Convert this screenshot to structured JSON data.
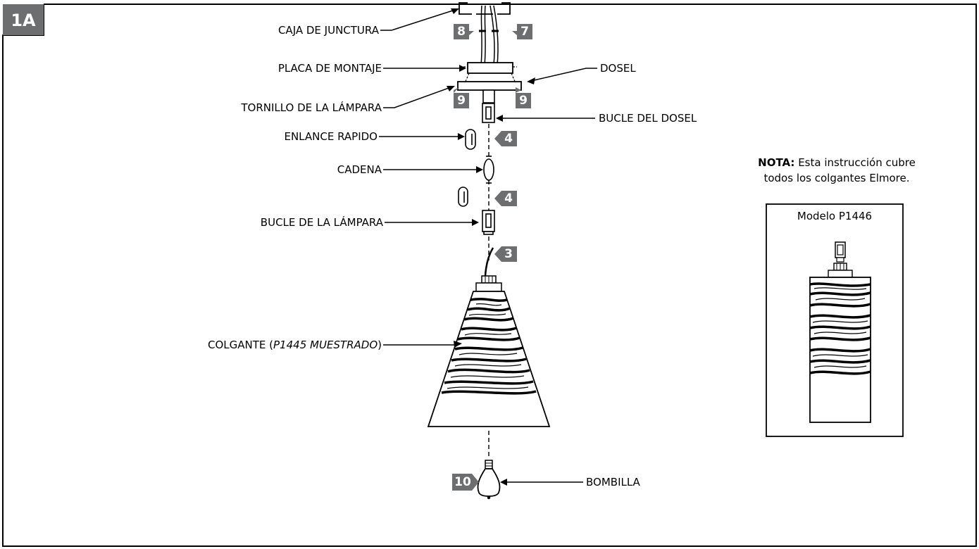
{
  "figure": {
    "tag": "1A"
  },
  "labels": {
    "junction_box": "CAJA DE JUNCTURA",
    "mounting_plate": "PLACA DE MONTAJE",
    "fixture_screw": "TORNILLO DE LA LÁMPARA",
    "quick_link": "ENLANCE RAPIDO",
    "chain": "CADENA",
    "fixture_loop": "BUCLE DE LA LÁMPARA",
    "pendant_prefix": "COLGANTE (",
    "pendant_model": "P1445 MUESTRADO",
    "pendant_suffix": ")",
    "canopy": "DOSEL",
    "canopy_loop": "BUCLE DEL DOSEL",
    "bulb": "BOMBILLA"
  },
  "badges": {
    "b8": "8",
    "b7": "7",
    "b9_left": "9",
    "b9_right": "9",
    "b4_top": "4",
    "b4_bottom": "4",
    "b3": "3",
    "b10": "10"
  },
  "note": {
    "bold": "NOTA:",
    "line1": " Esta instrucción cubre",
    "line2": "todos los colgantes Elmore."
  },
  "model_box": {
    "title": "Modelo P1446"
  },
  "colors": {
    "badge": "#6d6e70",
    "stroke": "#000000"
  }
}
